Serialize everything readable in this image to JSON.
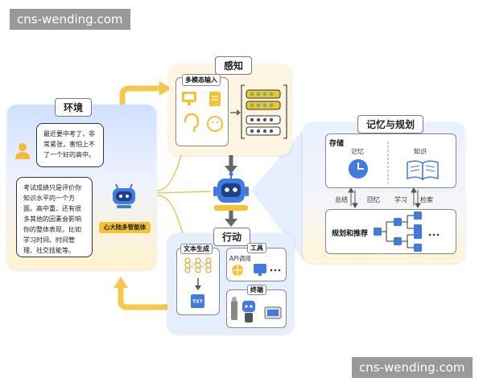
{
  "watermark_top": "cns-wending.com",
  "watermark_bottom": "cns-wending.com",
  "environment": {
    "title": "环境",
    "bubble1": "最近要中考了，非常紧张，害怕上不了一个好的高中。",
    "bubble2": "考试成绩只是评价你知识水平的一个方面。高中重，还有很多其他的因素会影响你的整体表现，比如学习时间、时间管理、社交技能等。",
    "agent_label": "心大陆多智能体"
  },
  "perception": {
    "title": "感知",
    "subtitle": "多模态输入"
  },
  "action": {
    "title": "行动",
    "text_gen": "文本生成",
    "txt_icon": "TXT",
    "tools": "工具",
    "api": "API调用",
    "terminal": "终端"
  },
  "memory": {
    "title": "记忆与规划",
    "storage": "存储",
    "memory_label": "记忆",
    "knowledge_label": "知识",
    "arrow_labels": [
      "总结",
      "回忆",
      "学习",
      "检索"
    ],
    "planning": "规划和推荐"
  },
  "colors": {
    "env_top": "#cfe0ff",
    "env_bottom": "#fff3cc",
    "accent_blue": "#3f7be0",
    "accent_yellow": "#f5c230",
    "green": "#6abf69"
  }
}
